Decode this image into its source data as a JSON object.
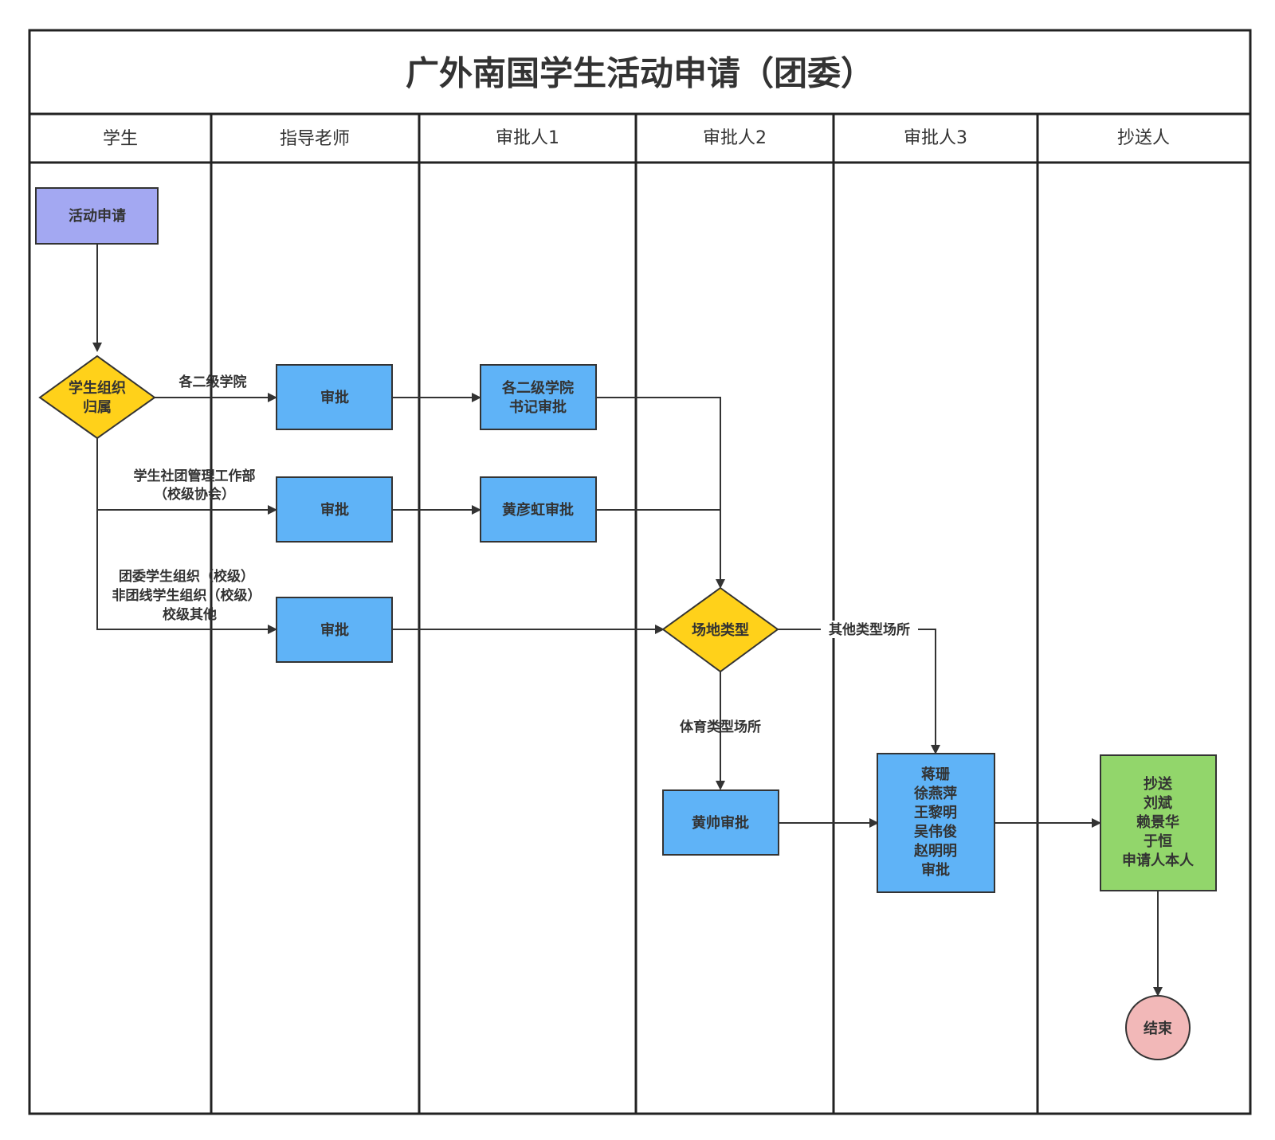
{
  "title": "广外南国学生活动申请（团委）",
  "lanes": [
    "学生",
    "指导老师",
    "审批人1",
    "审批人2",
    "审批人3",
    "抄送人"
  ],
  "nodes": {
    "apply": "活动申请",
    "belong": [
      "学生组织",
      "归属"
    ],
    "review1": "审批",
    "review2": "审批",
    "review3": "审批",
    "college_secretary": [
      "各二级学院",
      "书记审批"
    ],
    "huang_yanhong": "黄彦虹审批",
    "venue_type": "场地类型",
    "huang_shuai": "黄帅审批",
    "group_review": [
      "蒋珊",
      "徐燕萍",
      "王黎明",
      "吴伟俊",
      "赵明明",
      "审批"
    ],
    "cc": [
      "抄送",
      "刘斌",
      "赖景华",
      "于恒",
      "申请人本人"
    ],
    "end": "结束"
  },
  "edges": {
    "college": "各二级学院",
    "club_dept": [
      "学生社团管理工作部",
      "（校级协会）"
    ],
    "league_orgs": [
      "团委学生组织（校级）",
      "非团线学生组织（校级）",
      "校级其他"
    ],
    "sports_venue": "体育类型场所",
    "other_venue": "其他类型场所"
  },
  "colors": {
    "purple_box": "#a3a8f2",
    "blue_box": "#5fb3f7",
    "diamond": "#ffd11a",
    "green_box": "#92d66b",
    "end_circle": "#f2b8b8",
    "line": "#333333"
  }
}
